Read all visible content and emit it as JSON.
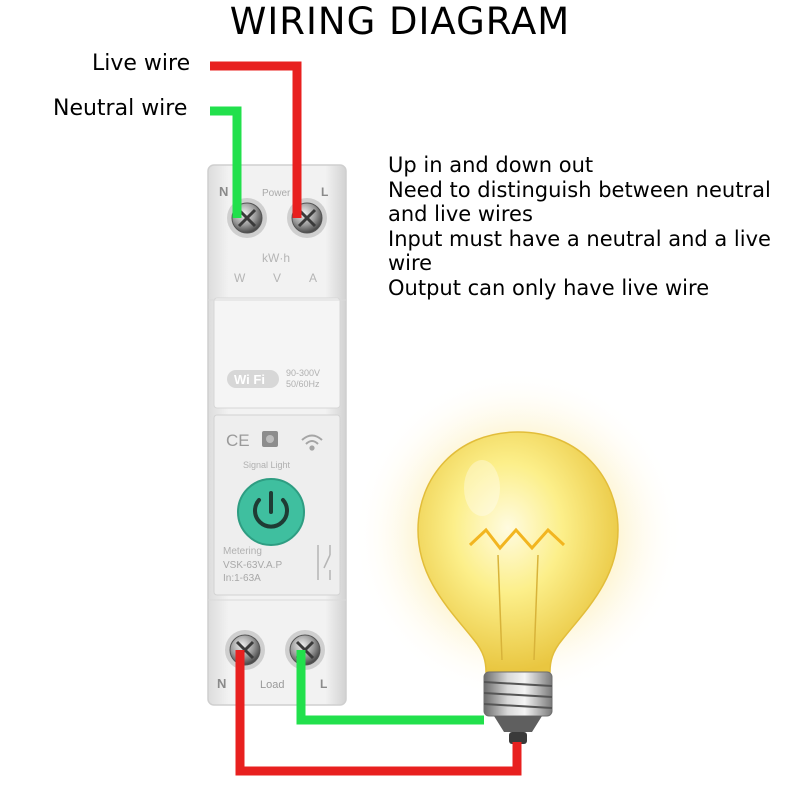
{
  "title": "WIRING DIAGRAM",
  "wires": {
    "live_label": "Live wire",
    "neutral_label": "Neutral wire",
    "live_color": "#e8201f",
    "neutral_color": "#22e04c"
  },
  "notes": [
    "Up in and down out",
    "Need to distinguish between neutral",
    "and live wires",
    "Input must have a neutral and a live",
    "wire",
    "Output can only have live wire"
  ],
  "device": {
    "top_left_terminal": "N",
    "top_label": "Power",
    "top_right_terminal": "L",
    "meter_unit": "kW·h",
    "meter_modes": [
      "W",
      "V",
      "A"
    ],
    "wifi_badge": "Wi Fi",
    "voltage_rating": "90-300V",
    "frequency_rating": "50/60Hz",
    "ce_mark": "CE",
    "signal_light_label": "Signal Light",
    "metering_label": "Metering",
    "model": "VSK-63V.A.P",
    "current_rating": "In:1-63A",
    "bottom_left_terminal": "N",
    "bottom_label": "Load",
    "bottom_right_terminal": "L",
    "button_color": "#3fbf9f"
  }
}
